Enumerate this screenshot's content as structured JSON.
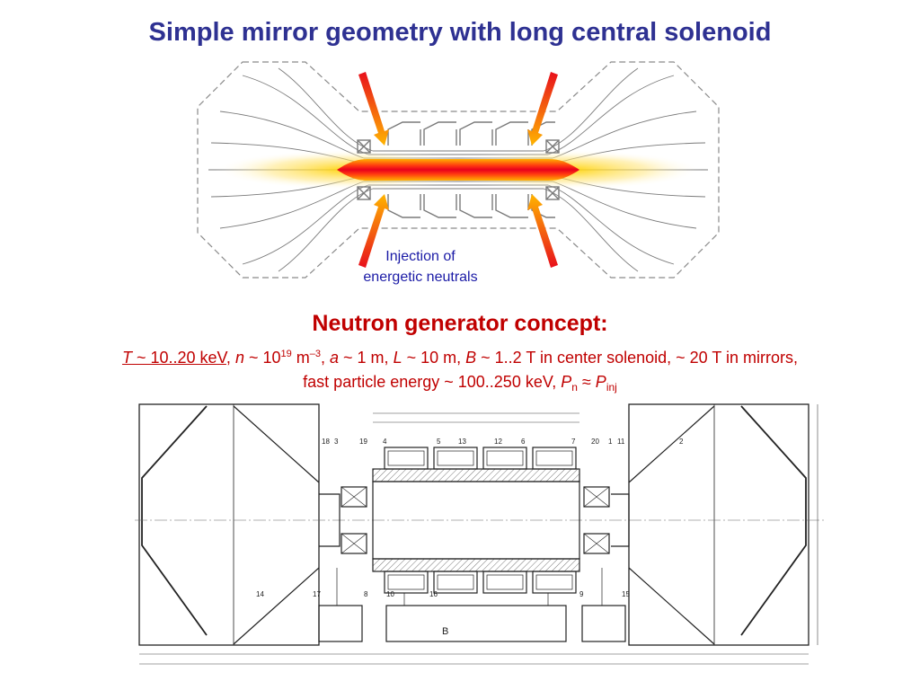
{
  "title": "Simple mirror geometry with long central solenoid",
  "top_diagram": {
    "injection_label_line1": "Injection of",
    "injection_label_line2": "energetic neutrals",
    "colors": {
      "plasma_core": "#e8001c",
      "plasma_glow": "#ffd200",
      "injection_arrow": "#f07a00",
      "outline": "#8a8a8a"
    }
  },
  "concept": {
    "heading": "Neutron generator concept:",
    "line1": {
      "T_sym": "T",
      "T_range": " ~ 10..20 keV",
      "sep1": ", ",
      "n_sym": "n",
      "n_base": " ~ 10",
      "n_exp": "19",
      "n_unit": " m",
      "n_unit_exp": "–3",
      "sep2": ", ",
      "a_sym": "a",
      "a_val": " ~ 1 m, ",
      "L_sym": "L",
      "L_val": " ~ 10 m, ",
      "B_sym": "B",
      "B_val": " ~ 1..2 T in center solenoid, ~ 20 T in mirrors,"
    },
    "line2": {
      "text": "fast particle energy ~ 100..250 keV, ",
      "P_sym": "P",
      "P_sub": "n",
      "approx": " ≈ ",
      "P2_sym": "P",
      "P2_sub": "inj"
    },
    "colors": {
      "heading": "#c00000",
      "title": "#2e3192"
    }
  },
  "technical_drawing": {
    "part_numbers_left": [
      "18",
      "3",
      "19",
      "4",
      "5",
      "13",
      "12",
      "6",
      "7"
    ],
    "part_numbers_right": [
      "20",
      "1",
      "11",
      "2"
    ],
    "part_numbers_lower": [
      "14",
      "17",
      "8",
      "10",
      "16",
      "9",
      "15"
    ],
    "section_mark": "B"
  }
}
